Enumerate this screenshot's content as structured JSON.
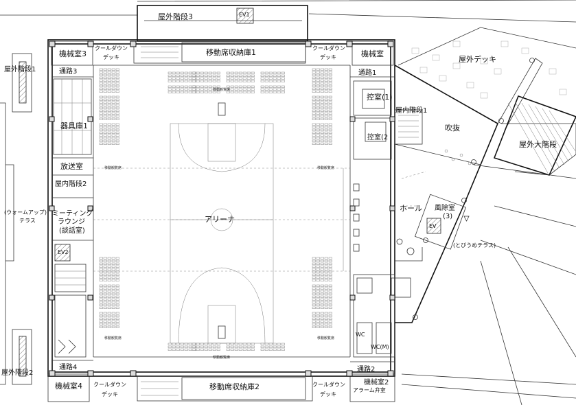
{
  "floor_plan": {
    "arena": "アリーナ",
    "rooms": {
      "outdoor_stairs_3": "屋外階段3",
      "ev1": "EV1",
      "machine_room_3": "機械室3",
      "cooldown_deck_nw": [
        "クールダウン",
        "デッキ"
      ],
      "mobile_seat_storage_1": "移動席収納庫1",
      "cooldown_deck_ne": [
        "クールダウン",
        "デッキ"
      ],
      "machine_room_ne": "機械室",
      "outdoor_deck": "屋外デッキ",
      "outdoor_stairs_1": "屋外階段1",
      "passage_3": "通路3",
      "passage_1": "通路1",
      "control_room_1": "控室(1)",
      "indoor_stairs_1": "屋内階段1",
      "atrium": "吹抜",
      "equipment_store_1": "器具庫1",
      "control_room_2": "控室(2",
      "outdoor_grand_stairs": "屋外大階段",
      "broadcast_room": "放送室",
      "indoor_stairs_2": "屋内階段2",
      "warmup_terrace": [
        "(ウォームアップ)",
        "テラス"
      ],
      "meeting_lounge": [
        "ミーティング",
        "ラウンジ",
        "(談話室)"
      ],
      "hall": "ホール",
      "windbreak_room": [
        "風除室",
        "(3)"
      ],
      "ev_right": "EV",
      "tobiume_terrace": "(とびうめテラス)",
      "ev2": "EV2",
      "wc_1": "WC",
      "wc_m": "WC(M)",
      "outdoor_stairs_2": "屋外階段2",
      "passage_4": "通路4",
      "passage_2": "通路2",
      "machine_room_4": "機械室4",
      "cooldown_deck_sw": [
        "クールダウン",
        "デッキ"
      ],
      "mobile_seat_storage_2": "移動席収納庫2",
      "cooldown_deck_se": [
        "クールダウン",
        "デッキ"
      ],
      "machine_room_2": [
        "機械室2",
        "アラーム弁室"
      ]
    },
    "seat_labels": {
      "top": "移動観覧席",
      "bottom": "移動観覧席",
      "left_upper": "移動観覧席",
      "right_upper": "移動観覧席",
      "left_lower": "移動観覧席",
      "right_lower": "移動観覧席"
    }
  }
}
